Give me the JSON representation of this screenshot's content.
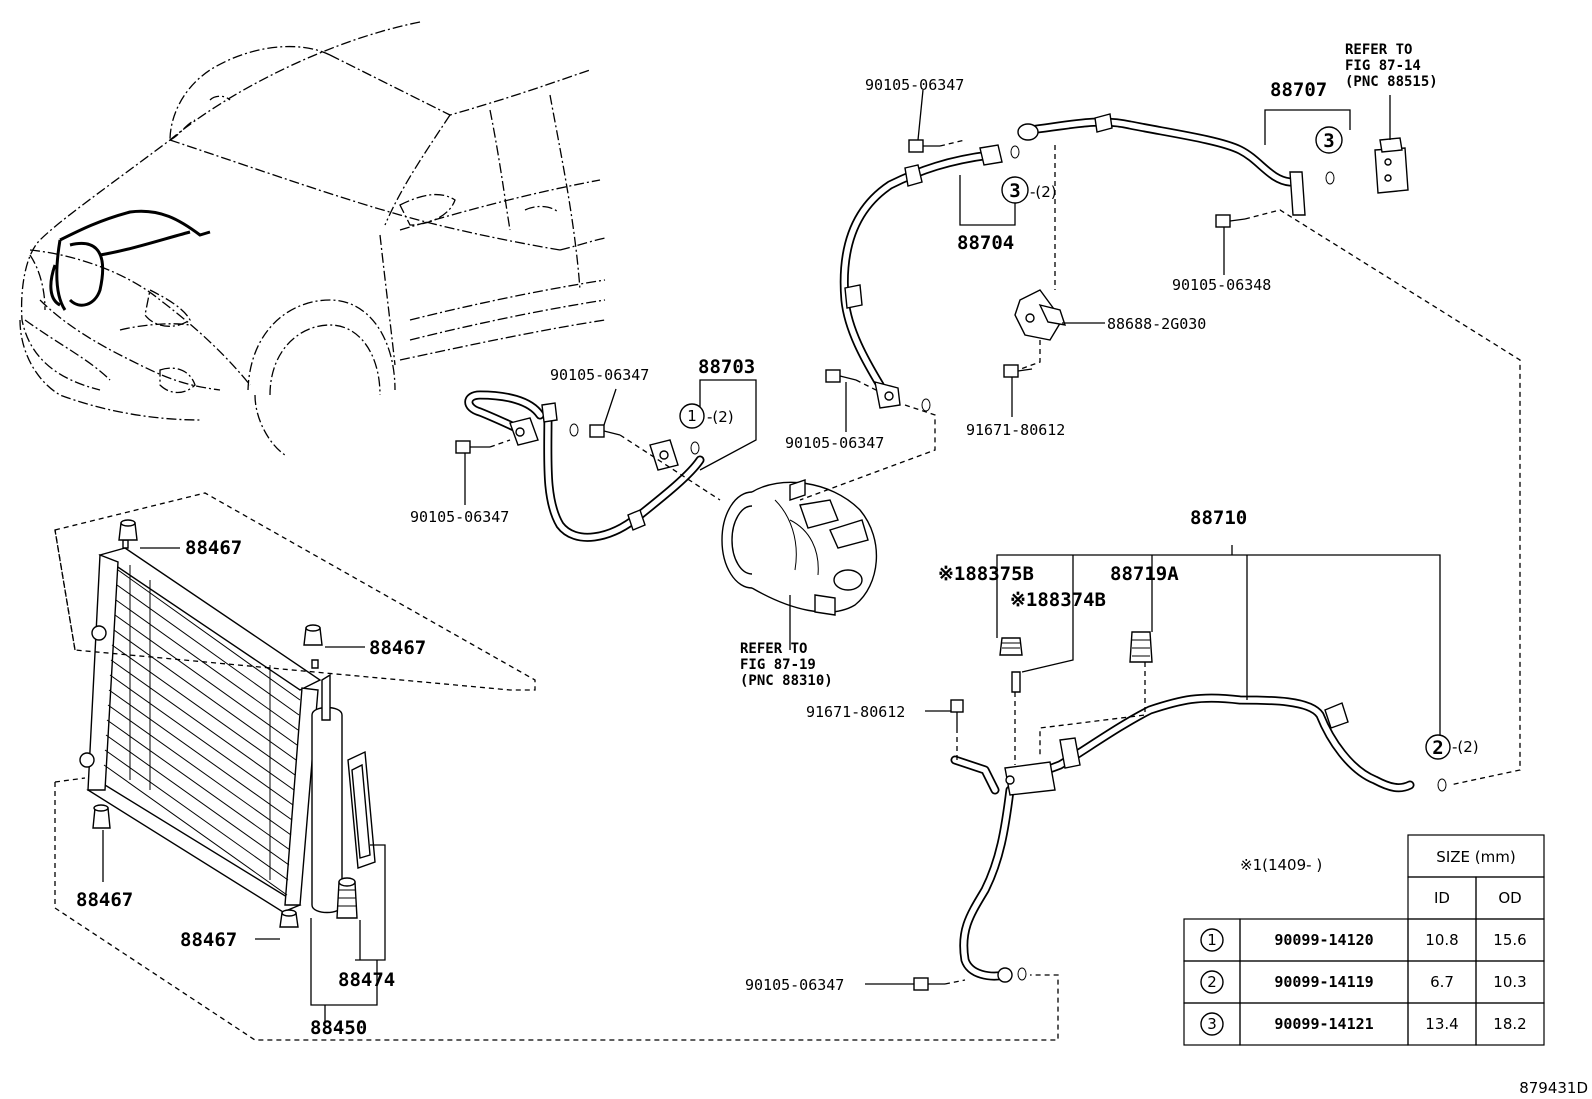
{
  "diagram_id": "879431D",
  "labels": {
    "p88703": "88703",
    "p88704": "88704",
    "p88707": "88707",
    "p88710": "88710",
    "p88450": "88450",
    "p88474": "88474",
    "p88467_a": "88467",
    "p88467_b": "88467",
    "p88467_c": "88467",
    "p88467_d": "88467",
    "p88375B": "※188375B",
    "p88374B": "※188374B",
    "p88719A": "88719A",
    "b06347_a": "90105-06347",
    "b06347_b": "90105-06347",
    "b06347_c": "90105-06347",
    "b06347_d": "90105-06347",
    "b06347_e": "90105-06347",
    "b06348": "90105-06348",
    "p88688": "88688-2G030",
    "b80612_a": "91671-80612",
    "b80612_b": "91671-80612",
    "qty2_a": "-(2)",
    "qty2_b": "-(2)",
    "qty2_c": "-(2)"
  },
  "refs": {
    "ref_top": [
      "REFER TO",
      "FIG 87-14",
      "(PNC 88515)"
    ],
    "ref_mid": [
      "REFER TO",
      "FIG 87-19",
      "(PNC 88310)"
    ]
  },
  "markers": {
    "m1": "1",
    "m2": "2",
    "m3a": "3",
    "m3b": "3"
  },
  "table": {
    "note": "※1(1409-      )",
    "size_header": "SIZE (mm)",
    "col_id": "ID",
    "col_od": "OD",
    "rows": [
      {
        "mark": "1",
        "part": "90099-14120",
        "id": "10.8",
        "od": "15.6"
      },
      {
        "mark": "2",
        "part": "90099-14119",
        "id": "6.7",
        "od": "10.3"
      },
      {
        "mark": "3",
        "part": "90099-14121",
        "id": "13.4",
        "od": "18.2"
      }
    ]
  }
}
